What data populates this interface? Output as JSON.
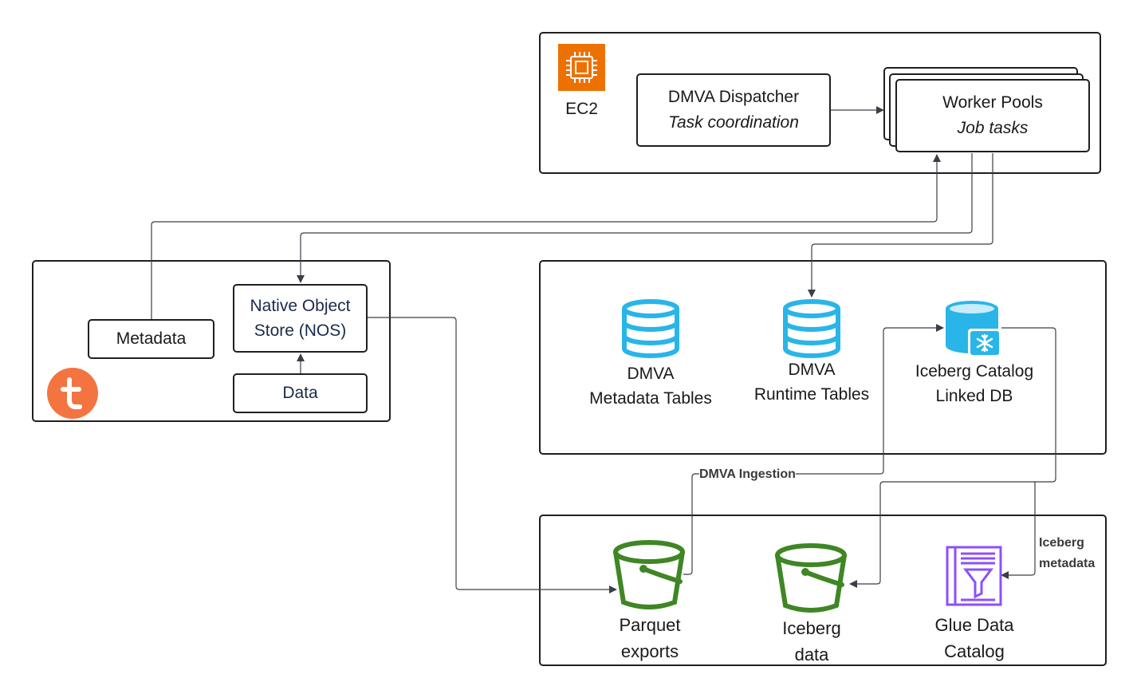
{
  "ec2": {
    "label": "EC2",
    "dispatcher": {
      "title": "DMVA Dispatcher",
      "subtitle": "Task coordination"
    },
    "workers": {
      "title": "Worker Pools",
      "subtitle": "Job tasks"
    }
  },
  "teradata": {
    "metadata": "Metadata",
    "nos_line1": "Native Object",
    "nos_line2": "Store (NOS)",
    "data": "Data"
  },
  "snowflake": {
    "meta_tables": {
      "line1": "DMVA",
      "line2": "Metadata Tables"
    },
    "runtime_tables": {
      "line1": "DMVA",
      "line2": "Runtime Tables"
    },
    "iceberg_catalog": {
      "line1": "Iceberg Catalog",
      "line2": "Linked DB"
    }
  },
  "s3": {
    "parquet": {
      "line1": "Parquet",
      "line2": "exports"
    },
    "iceberg_data": {
      "line1": "Iceberg",
      "line2": "data"
    },
    "glue": {
      "line1": "Glue Data",
      "line2": "Catalog"
    }
  },
  "edges": {
    "ingestion": "DMVA Ingestion",
    "iceberg_meta_line1": "Iceberg",
    "iceberg_meta_line2": "metadata"
  },
  "colors": {
    "ec2_orange": "#ED7100",
    "teradata_orange": "#F37440",
    "db_blue": "#29B5E8",
    "s3_green": "#3F8624",
    "glue_purple": "#8C4FFF"
  }
}
